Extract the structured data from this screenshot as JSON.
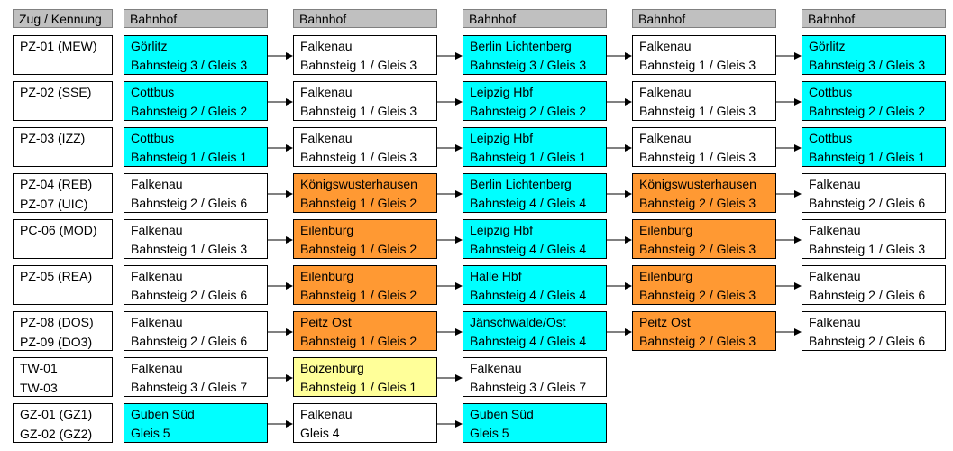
{
  "headers": [
    "Zug / Kennung",
    "Bahnhof",
    "Bahnhof",
    "Bahnhof",
    "Bahnhof",
    "Bahnhof"
  ],
  "colors": {
    "white": "#ffffff",
    "cyan": "#00ffff",
    "orange": "#ff9933",
    "yellow": "#ffff99",
    "header": "#c0c0c0"
  },
  "rows": [
    {
      "ids": [
        "PZ-01 (MEW)"
      ],
      "stops": [
        {
          "name": "Görlitz",
          "platform": "Bahnsteig 3 / Gleis 3",
          "color": "cyan"
        },
        {
          "name": "Falkenau",
          "platform": "Bahnsteig 1 / Gleis 3",
          "color": "white"
        },
        {
          "name": "Berlin Lichtenberg",
          "platform": "Bahnsteig 3 / Gleis 3",
          "color": "cyan"
        },
        {
          "name": "Falkenau",
          "platform": "Bahnsteig 1 / Gleis 3",
          "color": "white"
        },
        {
          "name": "Görlitz",
          "platform": "Bahnsteig 3 / Gleis 3",
          "color": "cyan"
        }
      ]
    },
    {
      "ids": [
        "PZ-02 (SSE)"
      ],
      "stops": [
        {
          "name": "Cottbus",
          "platform": "Bahnsteig 2 / Gleis 2",
          "color": "cyan"
        },
        {
          "name": "Falkenau",
          "platform": "Bahnsteig 1 / Gleis 3",
          "color": "white"
        },
        {
          "name": "Leipzig Hbf",
          "platform": "Bahnsteig 2 / Gleis 2",
          "color": "cyan"
        },
        {
          "name": "Falkenau",
          "platform": "Bahnsteig 1 / Gleis 3",
          "color": "white"
        },
        {
          "name": "Cottbus",
          "platform": "Bahnsteig 2 / Gleis 2",
          "color": "cyan"
        }
      ]
    },
    {
      "ids": [
        "PZ-03 (IZZ)"
      ],
      "stops": [
        {
          "name": "Cottbus",
          "platform": "Bahnsteig 1 / Gleis 1",
          "color": "cyan"
        },
        {
          "name": "Falkenau",
          "platform": "Bahnsteig 1 / Gleis 3",
          "color": "white"
        },
        {
          "name": "Leipzig Hbf",
          "platform": "Bahnsteig 1 / Gleis 1",
          "color": "cyan"
        },
        {
          "name": "Falkenau",
          "platform": "Bahnsteig 1 / Gleis 3",
          "color": "white"
        },
        {
          "name": "Cottbus",
          "platform": "Bahnsteig 1 / Gleis 1",
          "color": "cyan"
        }
      ]
    },
    {
      "ids": [
        "PZ-04 (REB)",
        "PZ-07 (UIC)"
      ],
      "stops": [
        {
          "name": "Falkenau",
          "platform": "Bahnsteig 2 / Gleis 6",
          "color": "white"
        },
        {
          "name": "Königswusterhausen",
          "platform": "Bahnsteig 1 / Gleis 2",
          "color": "orange"
        },
        {
          "name": "Berlin Lichtenberg",
          "platform": "Bahnsteig 4 / Gleis 4",
          "color": "cyan"
        },
        {
          "name": "Königswusterhausen",
          "platform": "Bahnsteig 2 / Gleis 3",
          "color": "orange"
        },
        {
          "name": "Falkenau",
          "platform": "Bahnsteig 2 / Gleis 6",
          "color": "white"
        }
      ]
    },
    {
      "ids": [
        "PC-06 (MOD)"
      ],
      "stops": [
        {
          "name": "Falkenau",
          "platform": "Bahnsteig 1 / Gleis 3",
          "color": "white"
        },
        {
          "name": "Eilenburg",
          "platform": "Bahnsteig 1 / Gleis 2",
          "color": "orange"
        },
        {
          "name": "Leipzig Hbf",
          "platform": "Bahnsteig 4 / Gleis 4",
          "color": "cyan"
        },
        {
          "name": "Eilenburg",
          "platform": "Bahnsteig 2 / Gleis 3",
          "color": "orange"
        },
        {
          "name": "Falkenau",
          "platform": "Bahnsteig 1 / Gleis 3",
          "color": "white"
        }
      ]
    },
    {
      "ids": [
        "PZ-05 (REA)"
      ],
      "stops": [
        {
          "name": "Falkenau",
          "platform": "Bahnsteig 2 / Gleis 6",
          "color": "white"
        },
        {
          "name": "Eilenburg",
          "platform": "Bahnsteig 1 / Gleis 2",
          "color": "orange"
        },
        {
          "name": "Halle Hbf",
          "platform": "Bahnsteig 4 / Gleis 4",
          "color": "cyan"
        },
        {
          "name": "Eilenburg",
          "platform": "Bahnsteig 2 / Gleis 3",
          "color": "orange"
        },
        {
          "name": "Falkenau",
          "platform": "Bahnsteig 2 / Gleis 6",
          "color": "white"
        }
      ]
    },
    {
      "ids": [
        "PZ-08 (DOS)",
        "PZ-09 (DO3)"
      ],
      "stops": [
        {
          "name": "Falkenau",
          "platform": "Bahnsteig 2 / Gleis 6",
          "color": "white"
        },
        {
          "name": "Peitz Ost",
          "platform": "Bahnsteig 1 / Gleis 2",
          "color": "orange"
        },
        {
          "name": "Jänschwalde/Ost",
          "platform": "Bahnsteig 4 / Gleis 4",
          "color": "cyan"
        },
        {
          "name": "Peitz Ost",
          "platform": "Bahnsteig 2 / Gleis 3",
          "color": "orange"
        },
        {
          "name": "Falkenau",
          "platform": "Bahnsteig 2 / Gleis 6",
          "color": "white"
        }
      ]
    },
    {
      "ids": [
        "TW-01",
        "TW-03"
      ],
      "stops": [
        {
          "name": "Falkenau",
          "platform": "Bahnsteig 3 / Gleis 7",
          "color": "white"
        },
        {
          "name": "Boizenburg",
          "platform": "Bahnsteig 1 / Gleis 1",
          "color": "yellow"
        },
        {
          "name": "Falkenau",
          "platform": "Bahnsteig 3 / Gleis 7",
          "color": "white"
        }
      ]
    },
    {
      "ids": [
        "GZ-01 (GZ1)",
        "GZ-02 (GZ2)"
      ],
      "stops": [
        {
          "name": "Guben Süd",
          "platform": "Gleis 5",
          "color": "cyan"
        },
        {
          "name": "Falkenau",
          "platform": "Gleis 4",
          "color": "white"
        },
        {
          "name": "Guben Süd",
          "platform": "Gleis 5",
          "color": "cyan"
        }
      ]
    }
  ]
}
